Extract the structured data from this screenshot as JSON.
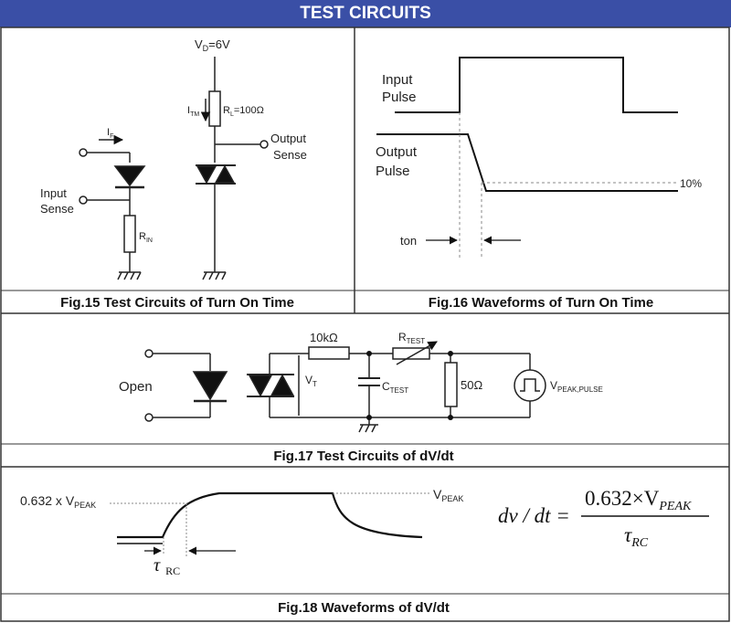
{
  "header": {
    "title": "TEST CIRCUITS"
  },
  "fig15": {
    "caption": "Fig.15 Test Circuits of Turn On Time",
    "vd": "V",
    "vd_sub": "D",
    "vd_value": "=6V",
    "itm": "I",
    "itm_sub": "TM",
    "rl": "R",
    "rl_sub": "L",
    "rl_value": "=100Ω",
    "if_label": "I",
    "if_sub": "F",
    "input_sense_1": "Input",
    "input_sense_2": "Sense",
    "output_sense_1": "Output",
    "output_sense_2": "Sense",
    "rin": "R",
    "rin_sub": "IN"
  },
  "fig16": {
    "caption": "Fig.16 Waveforms of Turn On Time",
    "input_pulse_1": "Input",
    "input_pulse_2": "Pulse",
    "output_pulse_1": "Output",
    "output_pulse_2": "Pulse",
    "ten_percent": "10%",
    "ton": "ton"
  },
  "fig17": {
    "caption": "Fig.17 Test Circuits of dV/dt",
    "open": "Open",
    "r10k": "10kΩ",
    "rtest": "R",
    "rtest_sub": "TEST",
    "vt": "V",
    "vt_sub": "T",
    "ctest": "C",
    "ctest_sub": "TEST",
    "r50": "50Ω",
    "vpeak": "V",
    "vpeak_sub": "PEAK,PULSE"
  },
  "fig18": {
    "caption": "Fig.18 Waveforms of dV/dt",
    "level_prefix": "0.632 x V",
    "level_sub": "PEAK",
    "vpeak": "V",
    "vpeak_sub": "PEAK",
    "tau": "τ",
    "tau_sub": "RC",
    "formula_lhs": "dv / dt =",
    "formula_num": "0.632×V",
    "formula_num_sub": "PEAK",
    "formula_den": "τ",
    "formula_den_sub": "RC"
  },
  "colors": {
    "banner": "#3a4fa6",
    "line": "#111111",
    "dashed": "#888888"
  }
}
